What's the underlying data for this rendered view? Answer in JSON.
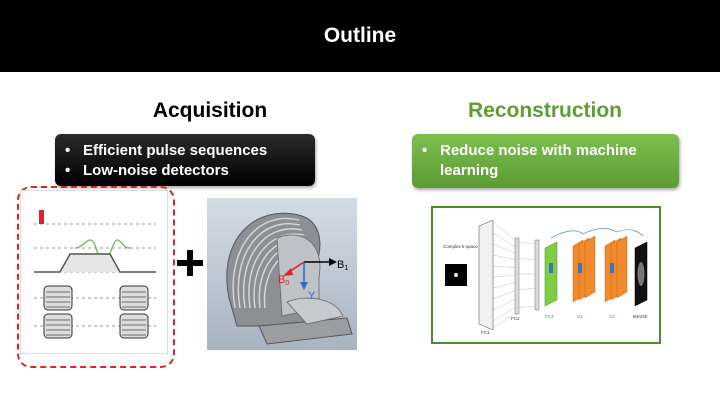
{
  "header": {
    "title": "Outline"
  },
  "acquisition": {
    "title": "Acquisition",
    "bullets": [
      "Efficient pulse sequences",
      "Low-noise detectors"
    ],
    "labels": {
      "b0": "B",
      "b0_sub": "0",
      "b1": "B",
      "b1_sub": "1",
      "y": "Y"
    }
  },
  "reconstruction": {
    "title": "Reconstruction",
    "bullets": [
      "Reduce noise with machine learning"
    ],
    "diagram_labels": {
      "input": "Complex k-space Data",
      "fc1": "FC1",
      "fc2": "FC2",
      "fc3": "FC3",
      "c1": "C1",
      "c2": "C2",
      "image": "IMAGE"
    }
  },
  "colors": {
    "header_bg": "#000000",
    "accent_green": "#5e9e35",
    "dash_red": "#e0242b"
  }
}
